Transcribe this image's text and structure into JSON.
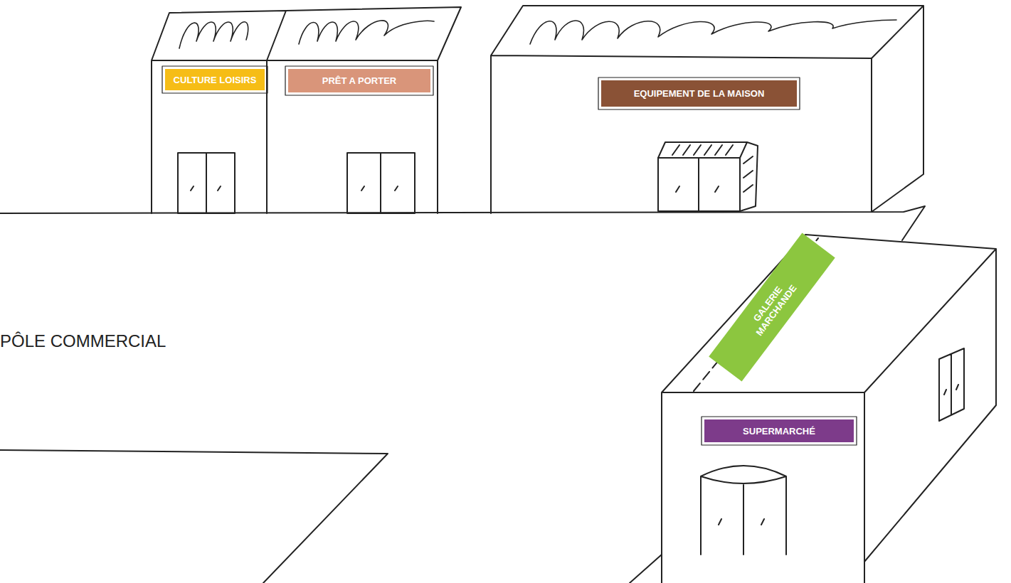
{
  "diagram": {
    "nodes": [
      {
        "text": [
          "CULTURE LOISIRS"
        ]
      },
      {
        "text": [
          "PRÊT A PORTER"
        ]
      },
      {
        "text": [
          "EQUIPEMENT DE LA MAISON"
        ]
      },
      {
        "text": [
          "GALERIE MARCHANDE"
        ]
      },
      {
        "text": [
          "SUPERMARCHÉ"
        ]
      }
    ],
    "labels": [
      "PÔLE COMMERCIAL"
    ]
  }
}
